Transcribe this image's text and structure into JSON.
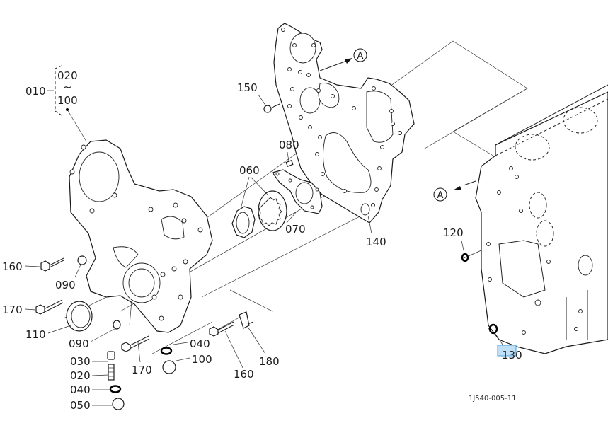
{
  "diagram": {
    "title": "Gear case exploded parts diagram",
    "reference_code": "1J540-005-11",
    "highlight_color": "#bfe0f7",
    "highlight_border": "#4a9fd8",
    "selected_callout": "130",
    "assembly_group": {
      "label": "010",
      "range_start": "020",
      "range_sep": "~",
      "range_end": "100"
    },
    "view_markers": [
      {
        "id": "A",
        "label": "A"
      },
      {
        "id": "A2",
        "label": "A"
      }
    ],
    "callouts": [
      {
        "id": "150",
        "label": "150",
        "part": "bolt"
      },
      {
        "id": "080",
        "label": "080",
        "part": "bolt"
      },
      {
        "id": "060",
        "label": "060",
        "part": "oil-pump-rotor"
      },
      {
        "id": "070",
        "label": "070",
        "part": "oil-pump-cover"
      },
      {
        "id": "140",
        "label": "140",
        "part": "gear-case-plate"
      },
      {
        "id": "120",
        "label": "120",
        "part": "o-ring"
      },
      {
        "id": "130",
        "label": "130",
        "part": "o-ring"
      },
      {
        "id": "160a",
        "label": "160",
        "part": "bolt"
      },
      {
        "id": "090a",
        "label": "090",
        "part": "plug"
      },
      {
        "id": "170a",
        "label": "170",
        "part": "bolt"
      },
      {
        "id": "110",
        "label": "110",
        "part": "oil-seal"
      },
      {
        "id": "090b",
        "label": "090",
        "part": "plug"
      },
      {
        "id": "030",
        "label": "030",
        "part": "relief-valve-ball"
      },
      {
        "id": "020",
        "label": "020",
        "part": "spring"
      },
      {
        "id": "040a",
        "label": "040",
        "part": "gasket"
      },
      {
        "id": "050",
        "label": "050",
        "part": "plug"
      },
      {
        "id": "170b",
        "label": "170",
        "part": "bolt"
      },
      {
        "id": "040b",
        "label": "040",
        "part": "gasket"
      },
      {
        "id": "100",
        "label": "100",
        "part": "plug"
      },
      {
        "id": "160b",
        "label": "160",
        "part": "bolt"
      },
      {
        "id": "180",
        "label": "180",
        "part": "bracket"
      }
    ]
  }
}
